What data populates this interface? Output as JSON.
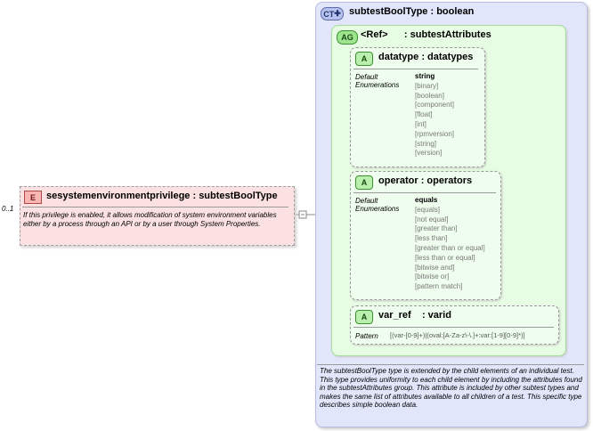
{
  "element": {
    "badge": "E",
    "name": "sesystemenvironmentprivilege",
    "type": ": subtestBoolType",
    "occurrence": "0..1",
    "description": "If this privilege is enabled, it allows modification of system environment variables either by a process through an API or by a user through System Properties."
  },
  "complex_type": {
    "badge": "CT",
    "name": "subtestBoolType",
    "type": ": boolean",
    "description": "The subtestBoolType type is extended by the child elements of an individual test.  This type provides uniformity to each child element by including the attributes found in the subtestAttributes group.  This attribute is included by other subtest types and makes the same list of attributes available to all children of a test.  This specific type describes simple boolean data."
  },
  "attribute_group": {
    "badge": "AG",
    "ref": "<Ref>",
    "name": ": subtestAttributes"
  },
  "attributes": [
    {
      "badge": "A",
      "name": "datatype",
      "type": ": datatypes",
      "label_default": "Default",
      "label_enum": "Enumerations",
      "default": "string",
      "enumerations": [
        "[binary]",
        "[boolean]",
        "[component]",
        "[float]",
        "[int]",
        "[rpmversion]",
        "[string]",
        "[version]"
      ]
    },
    {
      "badge": "A",
      "name": "operator",
      "type": ": operators",
      "label_default": "Default",
      "label_enum": "Enumerations",
      "default": "equals",
      "enumerations": [
        "[equals]",
        "[not equal]",
        "[greater than]",
        "[less than]",
        "[greater than or equal]",
        "[less than or equal]",
        "[bitwise and]",
        "[bitwise or]",
        "[pattern match]"
      ]
    },
    {
      "badge": "A",
      "name": "var_ref",
      "type": ": varid",
      "label_pattern": "Pattern",
      "pattern": "[(var-[0-9]+)|(oval:[A-Za-z\\-\\.]+:var:[1-9][0-9]*)]"
    }
  ]
}
